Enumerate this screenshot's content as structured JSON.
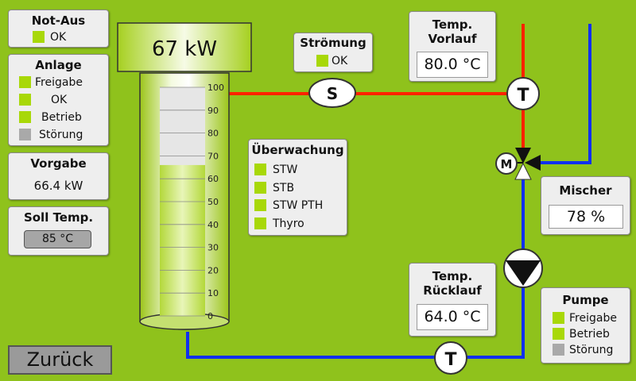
{
  "notaus": {
    "title": "Not-Aus",
    "items": [
      {
        "label": "OK",
        "state": "on"
      }
    ]
  },
  "anlage": {
    "title": "Anlage",
    "items": [
      {
        "label": "Freigabe",
        "state": "on"
      },
      {
        "label": "OK",
        "state": "on"
      },
      {
        "label": "Betrieb",
        "state": "on"
      },
      {
        "label": "Störung",
        "state": "off"
      }
    ]
  },
  "vorgabe": {
    "title": "Vorgabe",
    "value": "66.4 kW"
  },
  "soll_temp": {
    "title": "Soll Temp.",
    "value": "85 °C"
  },
  "boiler": {
    "power_label": "67 kW",
    "level_percent": 66,
    "scale": [
      "100",
      "90",
      "80",
      "70",
      "60",
      "50",
      "40",
      "30",
      "20",
      "10",
      "0"
    ]
  },
  "stroemung": {
    "title": "Strömung",
    "items": [
      {
        "label": "OK",
        "state": "on"
      }
    ]
  },
  "ueberwachung": {
    "title": "Überwachung",
    "items": [
      {
        "label": "STW",
        "state": "on"
      },
      {
        "label": "STB",
        "state": "on"
      },
      {
        "label": "STW PTH",
        "state": "on"
      },
      {
        "label": "Thyro",
        "state": "on"
      }
    ]
  },
  "vorlauf": {
    "title_line1": "Temp.",
    "title_line2": "Vorlauf",
    "value": "80.0 °C"
  },
  "ruecklauf": {
    "title_line1": "Temp.",
    "title_line2": "Rücklauf",
    "value": "64.0 °C"
  },
  "mischer": {
    "title": "Mischer",
    "value": "78 %"
  },
  "pumpe": {
    "title": "Pumpe",
    "items": [
      {
        "label": "Freigabe",
        "state": "on"
      },
      {
        "label": "Betrieb",
        "state": "on"
      },
      {
        "label": "Störung",
        "state": "off"
      }
    ]
  },
  "symbols": {
    "flow_sensor": "S",
    "temp_sensor_top": "T",
    "temp_sensor_bottom": "T",
    "motor": "M"
  },
  "back_button": {
    "label": "Zurück"
  },
  "colors": {
    "background": "#8fc21c",
    "indicator_on": "#a8d808",
    "indicator_off": "#a9a9a9",
    "supply_pipe": "#ff2200",
    "return_pipe": "#1030ee"
  }
}
